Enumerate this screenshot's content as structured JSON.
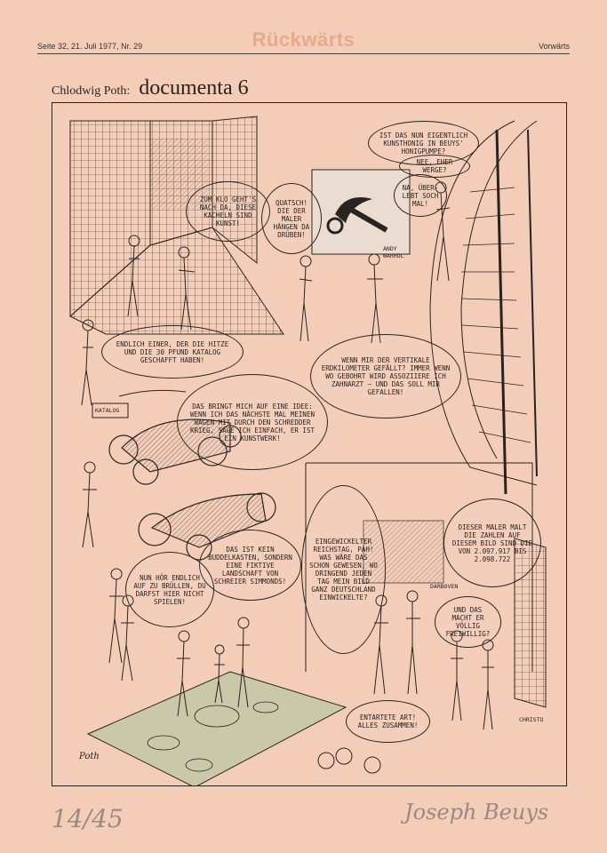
{
  "header": {
    "issue_line": "Seite 32, 21. Juli 1977, Nr. 29",
    "masthead": "Rückwärts",
    "section": "Vorwärts"
  },
  "title": {
    "author": "Chlodwig Poth:",
    "title": "documenta 6"
  },
  "bubbles": [
    "ZUM KLO GEHT'S NACH DA, DIESE KACHELN SIND KUNST!",
    "QUATSCH! DIE DER MALER HÄNGEN DA DRÜBEN!",
    "IST DAS NUN EIGENTLICH KUNSTHONIG IN BEUYS' HONIGPUMPE?",
    "NEE, EHER WERGE?",
    "NA, ÜBER-LEBT SOCH MAL!",
    "ENDLICH EINER, DER DIE HITZE UND DIE 30 PFUND KATALOG GESCHAFFT HABEN!",
    "DAS BRINGT MICH AUF EINE IDEE: WENN ICH DAS NÄCHSTE MAL MEINEN WAGEN MIT DURCH DEN SCHREDDER KRIEG, SAGE ICH EINFACH, ER IST EIN KUNSTWERK!",
    "WENN MIR DER VERTIKALE ERDKILOMETER GEFÄLLT? IMMER WENN WO GEBOHRT WIRD ASSOZIIERE ICH ZAHNARZT – UND DAS SOLL MIR GEFALLEN!",
    "DAS IST KEIN BUDDELKASTEN, SONDERN EINE FIKTIVE LANDSCHAFT VON SCHREIER SIMMONDS!",
    "NUN HÖR ENDLICH AUF ZU BRÜLLEN, DU DARFST HIER NICHT SPIELEN!",
    "EINGEWICKELTER REICHSTAG, PAH! WAS WÄRE DAS SCHON GEWESEN, WO DRINGEND JEDEN TAG MEIN BILD GANZ DEUTSCHLAND EINWICKELTE?",
    "DIESER MALER MALT DIE ZAHLEN AUF DIESEM BILD SIND DIE VON 2.097.917 BIS 2.098.722",
    "UND DAS MACHT ER VÖLLIG FREIWILLIG?",
    "ENTARTETE ART! ALLES ZUSAMMEN!"
  ],
  "captions": {
    "warhol": "ANDY WARHOL",
    "katalog": "KATALOG",
    "darboven": "DARBOVEN",
    "christo": "CHRISTO"
  },
  "artist_signature": "Poth",
  "pencil_notes": {
    "number": "14/45",
    "signature": "Joseph Beuys"
  }
}
